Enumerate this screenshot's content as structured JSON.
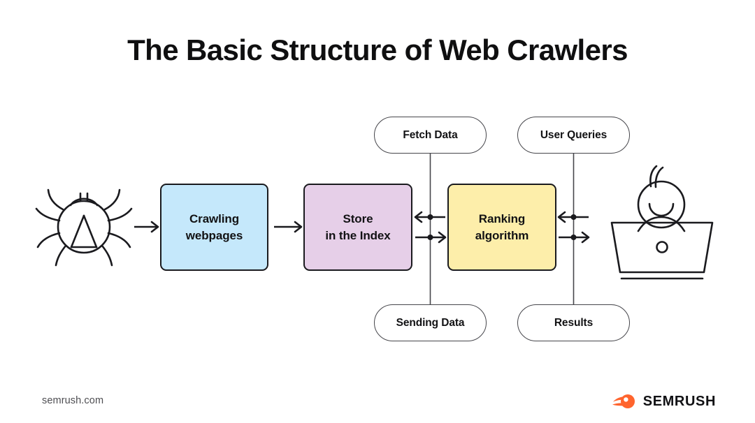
{
  "page": {
    "title": "The Basic Structure of Web Crawlers",
    "background": "#ffffff"
  },
  "diagram": {
    "type": "flow-diagram",
    "boxes": [
      {
        "id": "crawling",
        "label": "Crawling\nwebpages",
        "line1": "Crawling",
        "line2": "webpages",
        "color": "#c5e8fb"
      },
      {
        "id": "store",
        "label": "Store\nin the Index",
        "line1": "Store",
        "line2": "in the Index",
        "color": "#e6cfe8"
      },
      {
        "id": "ranking",
        "label": "Ranking\nalgorithm",
        "line1": "Ranking",
        "line2": "algorithm",
        "color": "#fdeeaa"
      }
    ],
    "pills": [
      {
        "id": "fetch-data",
        "label": "Fetch Data",
        "position": "top-left"
      },
      {
        "id": "user-queries",
        "label": "User Queries",
        "position": "top-right"
      },
      {
        "id": "sending-data",
        "label": "Sending Data",
        "position": "bottom-left"
      },
      {
        "id": "results",
        "label": "Results",
        "position": "bottom-right"
      }
    ],
    "icons": [
      {
        "id": "spider",
        "name": "spider-crawler-icon",
        "side": "left"
      },
      {
        "id": "user-laptop",
        "name": "person-at-laptop-icon",
        "side": "right"
      }
    ],
    "connectors": [
      {
        "from": "spider",
        "to": "crawling",
        "direction": "right"
      },
      {
        "from": "crawling",
        "to": "store",
        "direction": "right"
      },
      {
        "from": "ranking",
        "to": "store",
        "direction": "left"
      },
      {
        "from": "store",
        "to": "ranking",
        "direction": "right"
      },
      {
        "from": "user-laptop",
        "to": "ranking",
        "direction": "left"
      },
      {
        "from": "ranking",
        "to": "user-laptop",
        "direction": "right"
      },
      {
        "from": "fetch-data",
        "to": "sending-data",
        "direction": "vertical"
      },
      {
        "from": "user-queries",
        "to": "results",
        "direction": "vertical"
      }
    ],
    "line_color": "#1a1a1e"
  },
  "footer": {
    "url": "semrush.com",
    "brand": "SEMRUSH",
    "brand_color": "#ff642d"
  }
}
